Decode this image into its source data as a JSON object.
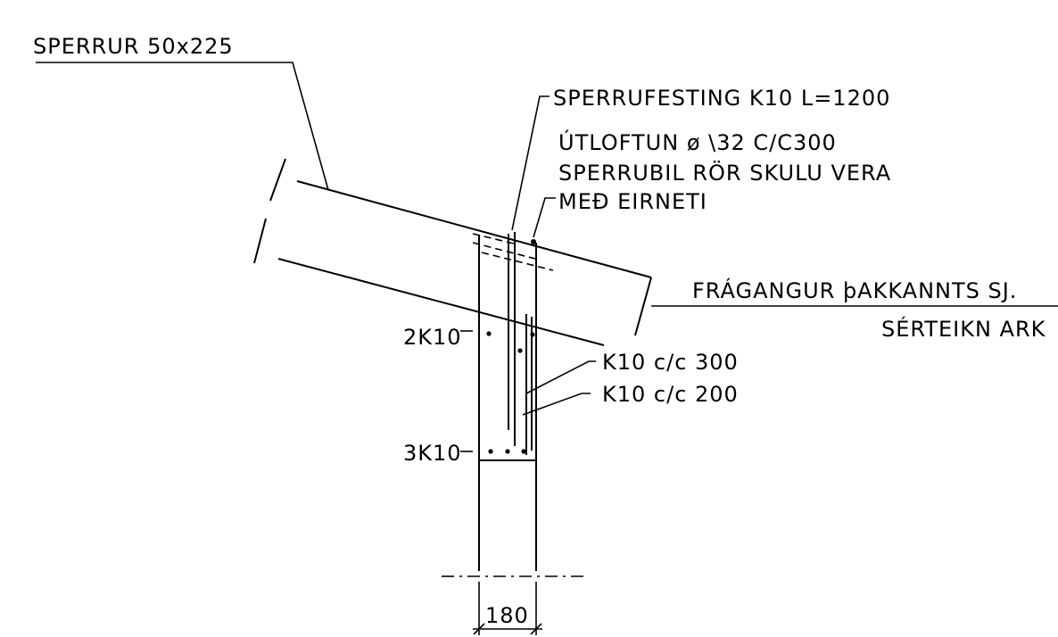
{
  "labels": {
    "rafters": "SPERRUR 50x225",
    "rafter_fixing": "SPERRUFESTING K10 L=1200",
    "ventilation": "ÚTLOFTUN ø \\32 C/C300",
    "rafter_spacing": "SPERRUBIL RÖR SKULU VERA",
    "with_insulation": "MEÐ EIRNETI",
    "eaves_finish": "FRÁGANGUR þAKKANNTS SJ.",
    "special_drawing": "SÉRTEIKN ARK",
    "top_bars": "2K10",
    "bottom_bars": "3K10",
    "stirrups_300": "K10 c/c 300",
    "stirrups_200": "K10 c/c 200",
    "wall_width": "180"
  },
  "colors": {
    "line": "#000000",
    "background": "#ffffff"
  }
}
